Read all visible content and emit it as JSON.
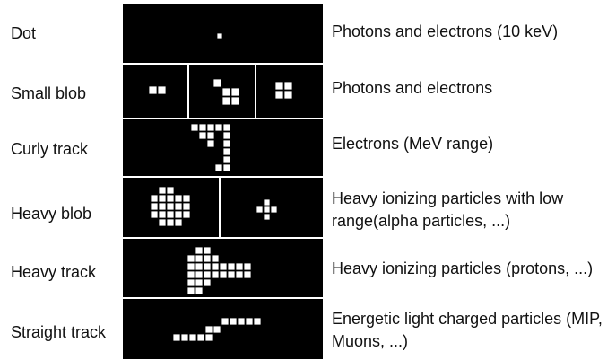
{
  "rows": [
    {
      "label": "Dot",
      "description": "Photons and electrons (10 keV)",
      "pattern_type": "dot"
    },
    {
      "label": "Small blob",
      "description": "Photons and electrons",
      "pattern_type": "small-blob"
    },
    {
      "label": "Curly track",
      "description": "Electrons (MeV range)",
      "pattern_type": "curly-track"
    },
    {
      "label": "Heavy blob",
      "description": "Heavy ionizing particles with low range(alpha particles, ...)",
      "pattern_type": "heavy-blob"
    },
    {
      "label": "Heavy track",
      "description": "Heavy ionizing particles (protons, ...)",
      "pattern_type": "heavy-track"
    },
    {
      "label": "Straight track",
      "description": "Energetic light charged particles (MIP, Muons, ...)",
      "pattern_type": "straight-track"
    }
  ],
  "colors": {
    "panel_background": "#000000",
    "pixel": "#ffffff",
    "divider": "#ffffff"
  }
}
